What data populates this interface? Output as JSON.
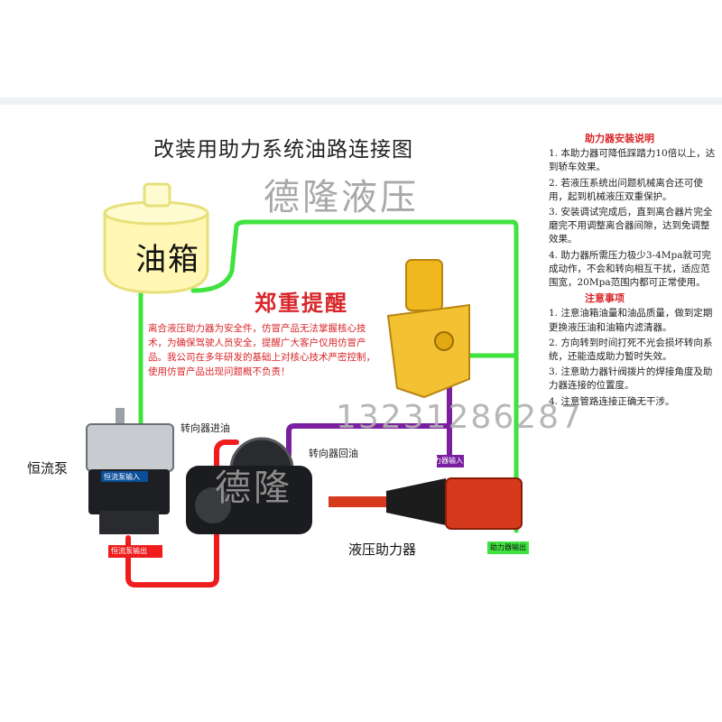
{
  "title": "改装用助力系统油路连接图",
  "brand": "德隆液压",
  "brand_short": "德隆",
  "phone": "13231286287",
  "tank_label": "油箱",
  "warning": {
    "title": "郑重提醒",
    "text": "离合液压助力器为安全件，仿冒产品无法掌握核心技术，为确保驾驶人员安全，提醒广大客户仅用仿冒产品。我公司在多年研发的基础上对核心技术严密控制，使用仿冒产品出现问题概不负责！"
  },
  "labels": {
    "pump": "恒流泵",
    "steering_in": "转向器进油",
    "steering_return": "转向器回油",
    "booster": "液压助力器",
    "pump_in_tag": "恒流泵输入",
    "pump_out_tag": "恒流泵输出",
    "valve_in_tag": "助力器输入",
    "booster_out_tag": "助力器输出"
  },
  "panel": {
    "title": "助力器安装说明",
    "items": [
      "1. 本助力器可降低踩踏力10倍以上，达到轿车效果。",
      "2. 若液压系统出问题机械离合还可使用，起到机械液压双重保护。",
      "3. 安装调试完成后，直到离合器片完全磨完不用调整离合器间隙，达到免调整效果。",
      "4. 助力器所需压力极少3-4Mpa就可完成动作，不会和转向相互干扰，适应范围宽，20Mpa范围内都可正常使用。"
    ],
    "notes_title": "注意事项",
    "notes": [
      "1. 注意油箱油量和油品质量，做到定期更换液压油和油箱内滤清器。",
      "2. 方向转到时间打死不光会损坏转向系统，还能造成助力暂时失效。",
      "3. 注意助力器针阀拨片的焊接角度及助力器连接的位置度。",
      "4. 注意管路连接正确无干涉。"
    ]
  },
  "colors": {
    "supply_line": "#3fe23f",
    "return_line": "#7a1fa0",
    "pressure_line": "#ee1c1c",
    "tank": "#fff7b3",
    "valve": "#f0b81e",
    "booster": "#d63a1c"
  }
}
